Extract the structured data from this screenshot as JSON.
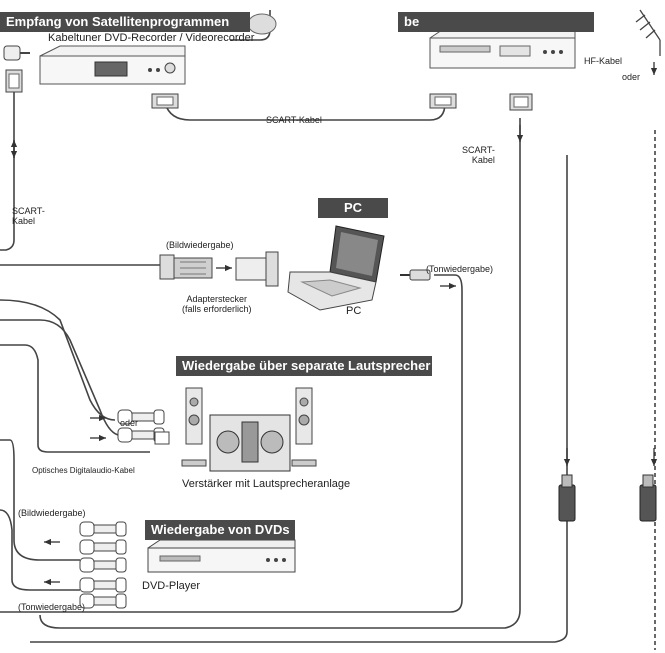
{
  "headers": {
    "satellite": "Empfang von Satellitenprogrammen",
    "satellite_tail": "be",
    "pc": "PC",
    "speakers": "Wiedergabe über separate Lautsprecher",
    "dvd": "Wiedergabe von DVDs"
  },
  "labels": {
    "recorder": "Kabeltuner DVD-Recorder / Videorecorder",
    "hf_cable": "HF-Kabel",
    "or_top": "oder",
    "scart_cable_mid": "SCART-Kabel",
    "scart_cable_right": "SCART-\nKabel",
    "scart_cable_left": "SCART-\nKabel",
    "image_playback": "(Bildwiedergabe)",
    "adapter": "Adapterstecker\n(falls erforderlich)",
    "pc_label": "PC",
    "sound_playback": "(Tonwiedergabe)",
    "or_mid": "oder",
    "optical_cable": "Optisches Digitalaudio-Kabel",
    "amplifier": "Verstärker mit Lautsprecheranlage",
    "image_playback_2": "(Bildwiedergabe)",
    "dvd_player": "DVD-Player",
    "sound_playback_2": "(Tonwiedergabe)"
  },
  "icons": [
    "tv-antenna-icon",
    "satellite-dish-icon",
    "dvd-recorder-icon",
    "vcr-icon",
    "laptop-icon",
    "vga-connector-icon",
    "adapter-plug-icon",
    "audio-jack-icon",
    "speaker-icon",
    "stereo-system-icon",
    "dvd-player-icon",
    "rca-plug-icon",
    "scart-plug-icon",
    "coax-plug-icon"
  ],
  "colors": {
    "header_bg": "#4a4a4a",
    "line": "#333333"
  }
}
